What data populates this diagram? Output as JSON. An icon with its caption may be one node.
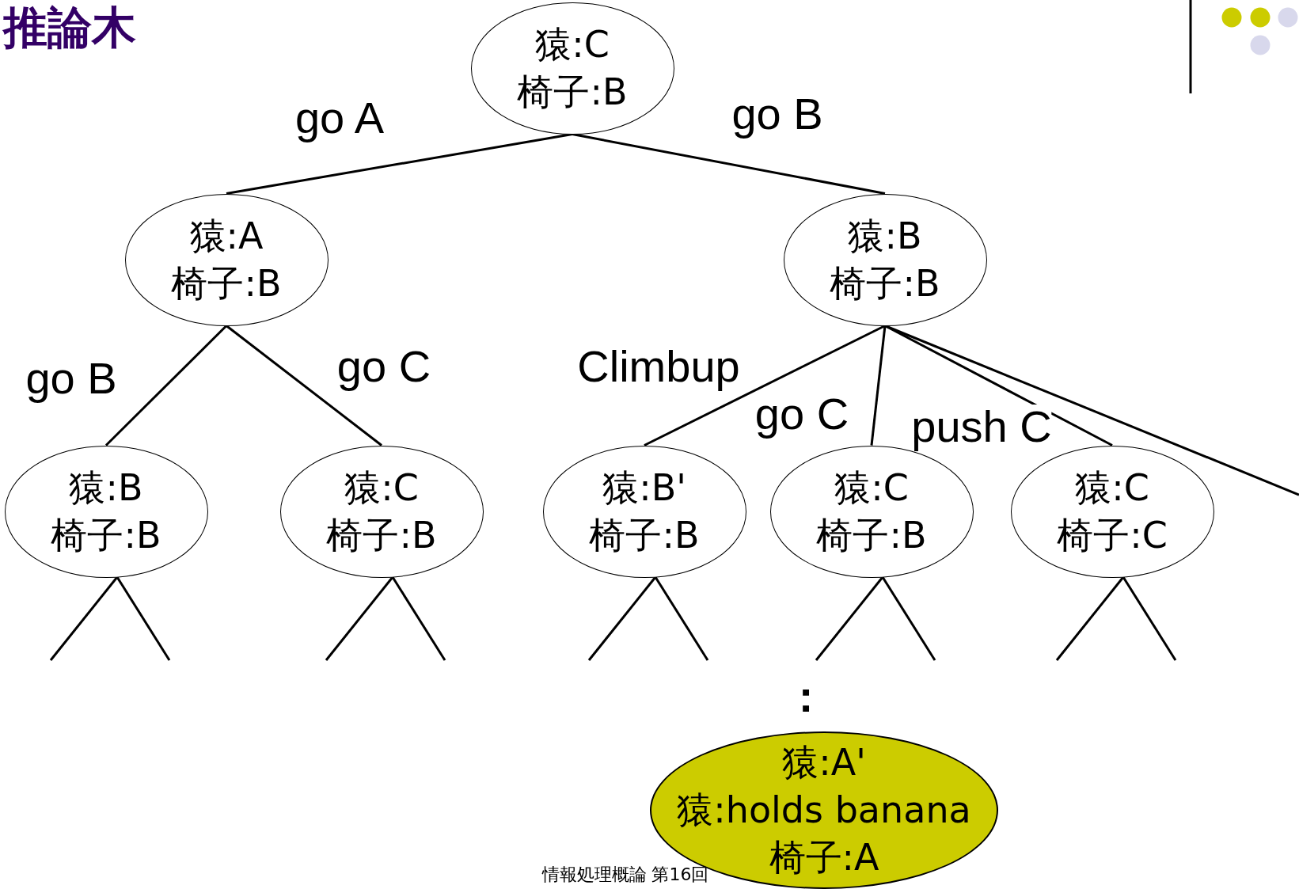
{
  "diagram": {
    "title": "推論木",
    "nodes": [
      {
        "text": [
          "猿:C",
          "椅子:B"
        ]
      },
      {
        "text": [
          "猿:A",
          "椅子:B"
        ]
      },
      {
        "text": [
          "猿:B",
          "椅子:B"
        ]
      },
      {
        "text": [
          "猿:B",
          "椅子:B"
        ]
      },
      {
        "text": [
          "猿:C",
          "椅子:B"
        ]
      },
      {
        "text": [
          "猿:B'",
          "椅子:B"
        ]
      },
      {
        "text": [
          "猿:C",
          "椅子:B"
        ]
      },
      {
        "text": [
          "猿:C",
          "椅子:C"
        ]
      },
      {
        "text": [
          "猿:A'",
          "猿:holds banana",
          "椅子:A"
        ]
      }
    ],
    "edges": [
      {
        "from": 0,
        "to": 1,
        "arrow": "none",
        "label": "go A"
      },
      {
        "from": 0,
        "to": 2,
        "arrow": "none",
        "label": "go B"
      },
      {
        "from": 1,
        "to": 3,
        "arrow": "none",
        "label": "go B"
      },
      {
        "from": 1,
        "to": 4,
        "arrow": "none",
        "label": "go C"
      },
      {
        "from": 2,
        "to": 5,
        "arrow": "none",
        "label": "Climbup"
      },
      {
        "from": 2,
        "to": 6,
        "arrow": "none",
        "label": "go C"
      },
      {
        "from": 2,
        "to": 7,
        "arrow": "none",
        "label": "push C"
      },
      {
        "from": 2,
        "to": null,
        "arrow": "none"
      },
      {
        "from": 3,
        "to": null,
        "arrow": "none"
      },
      {
        "from": 3,
        "to": null,
        "arrow": "none"
      },
      {
        "from": 4,
        "to": null,
        "arrow": "none"
      },
      {
        "from": 4,
        "to": null,
        "arrow": "none"
      },
      {
        "from": 5,
        "to": null,
        "arrow": "none"
      },
      {
        "from": 5,
        "to": null,
        "arrow": "none"
      },
      {
        "from": 6,
        "to": null,
        "arrow": "none"
      },
      {
        "from": 6,
        "to": null,
        "arrow": "none"
      },
      {
        "from": 7,
        "to": null,
        "arrow": "none"
      },
      {
        "from": 7,
        "to": null,
        "arrow": "none"
      }
    ],
    "labels": [
      ":",
      "情報処理概論 第16回"
    ]
  }
}
